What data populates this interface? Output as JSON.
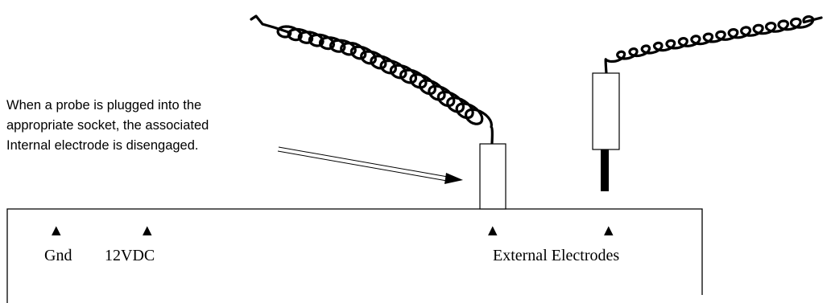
{
  "note": {
    "lines": [
      "When a probe is plugged into the",
      "appropriate socket, the associated",
      "Internal electrode is disengaged."
    ]
  },
  "terminals": {
    "gnd_label": "Gnd",
    "vdc_label": "12VDC",
    "external_label": "External Electrodes",
    "marker_glyph": "▲"
  },
  "colors": {
    "stroke": "#000000",
    "background": "#ffffff"
  }
}
